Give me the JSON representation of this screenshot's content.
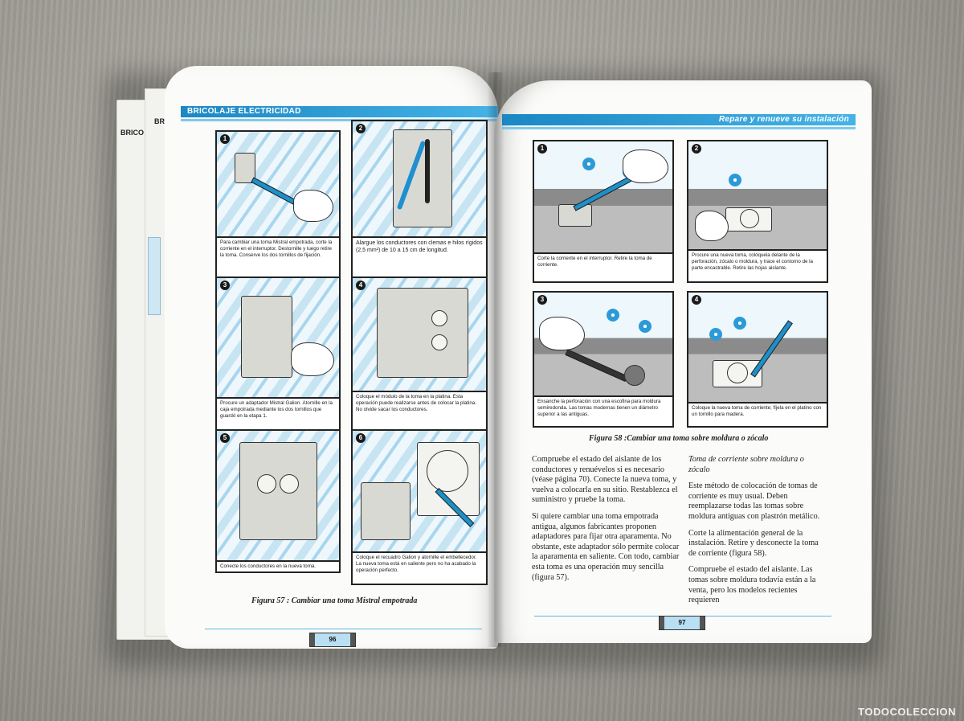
{
  "left_page": {
    "header": "BRICOLAJE ELECTRICIDAD",
    "under_page_tab_1": "BRICO",
    "under_page_tab_2": "BR",
    "panels": [
      {
        "num": "1",
        "caption": "Para cambiar una toma Mistral empotrada, corte la corriente en el interruptor. Destornille y luego retire la toma. Conserve los dos tornillos de fijación."
      },
      {
        "num": "2",
        "caption": "Alargue los conductores con clemas e hilos rígidos (2,5 mm²) de 10 a 15 cm de longitud."
      },
      {
        "num": "3",
        "caption": "Procure un adaptador Mistral Galion. Atornille en la caja empotrada mediante los dos tornillos que guardó en la etapa 1."
      },
      {
        "num": "4",
        "caption": "Coloque el módulo de la toma en la platina. Esta operación puede realizarse antes de colocar la platina. No olvide sacar los conductores."
      },
      {
        "num": "5",
        "caption": "Conecte los conductores en la nueva toma."
      },
      {
        "num": "6",
        "caption": "Coloque el recuadro Galion y atornille el embellecedor. La nueva toma está en saliente pero no ha acabado la operación perfecto."
      }
    ],
    "figure_caption": "Figura 57  : Cambiar una toma Mistral empotrada",
    "page_number": "96"
  },
  "right_page": {
    "header": "Repare y renueve su instalación",
    "panels": [
      {
        "num": "1",
        "caption": "Corte la corriente en el interruptor. Retire la toma de corriente."
      },
      {
        "num": "2",
        "caption": "Procure una nueva toma, colóquela delante de la perforación, zócalo o moldura, y trace el contorno de la parte encastrable. Retire las hojas aislante."
      },
      {
        "num": "3",
        "caption": "Ensanche la perforación con una escofina para moldura semiredonda. Las tomas modernas tienen un diámetro superior a las antiguas."
      },
      {
        "num": "4",
        "caption": "Coloque la nueva toma de corriente; fíjela en el platino con un tornillo para madera."
      }
    ],
    "figure_caption": "Figura 58  :Cambiar una toma sobre moldura o zócalo",
    "col1": [
      "Compruebe el estado del aislante de los conductores y renuévelos si es necesario (véase página 70). Conecte la nueva toma, y vuelva a colocarla en su sitio. Restablezca el suministro y pruebe la toma.",
      "Si quiere cambiar una toma empotrada antigua, algunos fabricantes proponen adaptadores para fijar otra aparamenta. No obstante, este adaptador sólo permite colocar la aparamenta en saliente. Con todo, cambiar esta toma es una operación muy sencilla (figura 57)."
    ],
    "col2_heading": "Toma de corriente sobre moldura o zócalo",
    "col2": [
      "Este método de colocación de tomas de corriente es muy usual. Deben reemplazarse todas las tomas sobre moldura antiguas con plastrón metálico.",
      "Corte la alimentación general de la instalación. Retire y desconecte la toma de corriente (figura 58).",
      "Compruebe el estado del aislante. Las tomas sobre moldura todavía están a la venta, pero los modelos recientes requieren"
    ],
    "page_number": "97"
  },
  "watermark": "TODOCOLECCION",
  "colors": {
    "accent": "#1b87c4",
    "accent_light": "#7cc9ee"
  }
}
